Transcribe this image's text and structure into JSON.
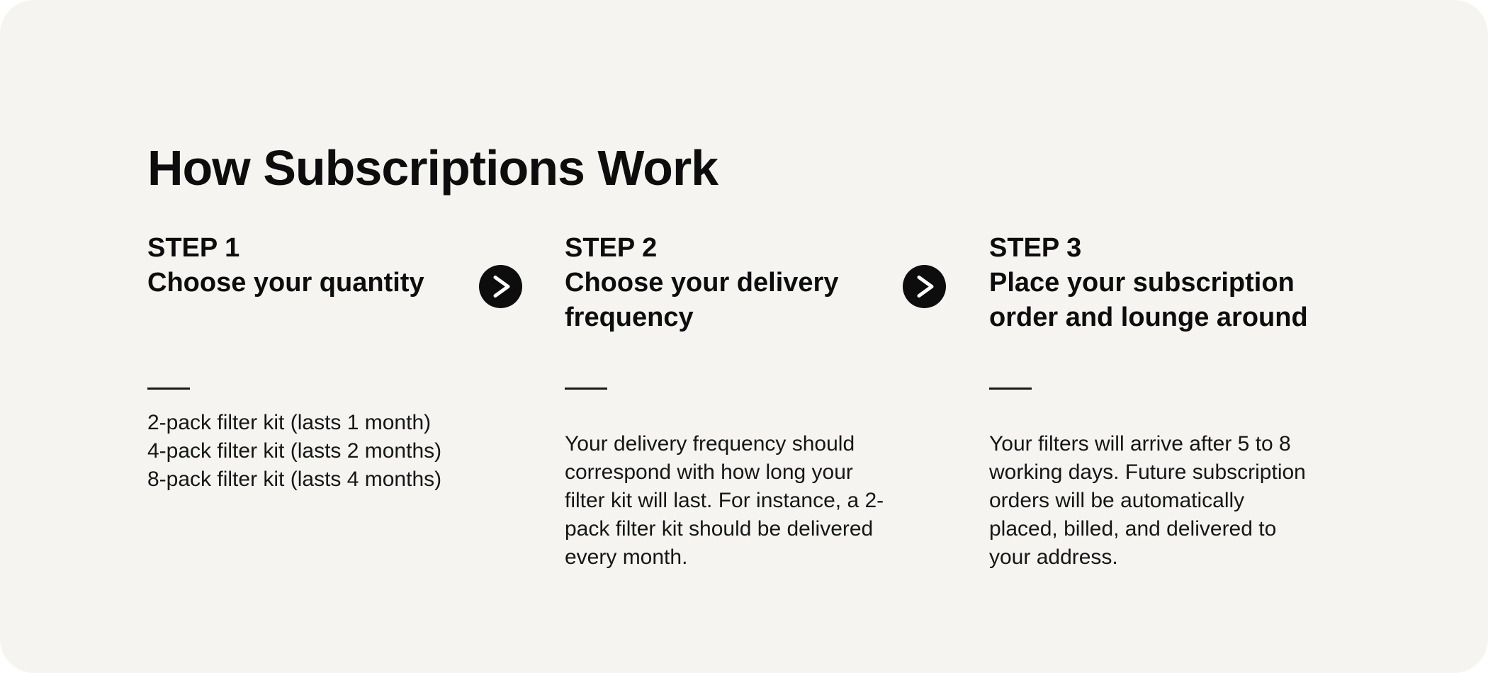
{
  "colors": {
    "page_background": "#ffffff",
    "card_background": "#f5f4f1",
    "heading_text": "#0d0d0d",
    "body_text": "#161616",
    "arrow_circle": "#0d0d0d",
    "arrow_chevron": "#ffffff",
    "divider": "#1a1a1a"
  },
  "title": "How Subscriptions Work",
  "steps": [
    {
      "label": "STEP 1",
      "heading": "Choose your quantity",
      "body_lines": [
        "2-pack filter kit (lasts 1 month)",
        "4-pack filter kit (lasts 2 months)",
        "8-pack filter kit (lasts 4 months)"
      ]
    },
    {
      "label": "STEP 2",
      "heading": "Choose your delivery frequency",
      "body": "Your delivery frequency should correspond with how long your filter kit will last. For instance, a 2-pack filter kit should be delivered every month."
    },
    {
      "label": "STEP 3",
      "heading": "Place your subscription order and lounge around",
      "body": "Your filters will arrive after 5 to 8 working days. Future subscription orders will be automatically placed, billed, and delivered to your address."
    }
  ],
  "icons": {
    "step_separator": "chevron-right-icon"
  }
}
